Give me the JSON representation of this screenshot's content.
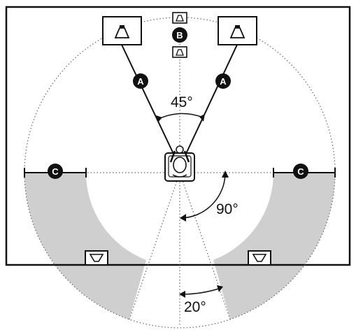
{
  "colors": {
    "background": "#ffffff",
    "line": "#111111",
    "zone_fill": "#cfcfcf",
    "marker_fill": "#111111",
    "marker_text": "#ffffff",
    "dotted": "#666666"
  },
  "angles": {
    "front": "45°",
    "side": "90°",
    "rear": "20°"
  },
  "markers": {
    "front_left": "A",
    "front_right": "A",
    "center": "B",
    "surround_left": "C",
    "surround_right": "C"
  },
  "icons": {
    "front_speaker": "speaker-icon",
    "center_speaker": "center-speaker-icon",
    "surround_speaker": "speaker-icon",
    "listener": "listener-chair-icon"
  }
}
